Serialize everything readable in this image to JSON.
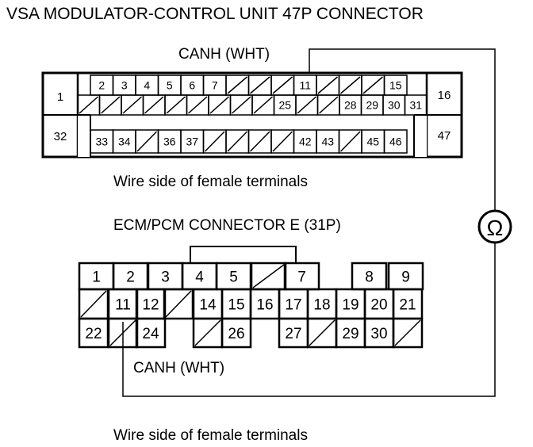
{
  "title": "VSA MODULATOR-CONTROL UNIT 47P CONNECTOR",
  "vsa_connector": {
    "wire_label": "CANH (WHT)",
    "caption": "Wire side of female terminals",
    "left_top": "1",
    "left_bottom": "32",
    "right_top": "16",
    "right_bottom": "47",
    "row1": [
      "2",
      "3",
      "4",
      "5",
      "6",
      "7",
      "",
      "",
      "",
      "11",
      "",
      "",
      "",
      "15"
    ],
    "row2": [
      "",
      "",
      "",
      "",
      "",
      "",
      "",
      "",
      "",
      "25",
      "",
      "",
      "28",
      "29",
      "30",
      "31"
    ],
    "row3": [
      "33",
      "34",
      "",
      "36",
      "37",
      "",
      "",
      "",
      "",
      "42",
      "43",
      "",
      "45",
      "46"
    ]
  },
  "ecm_connector": {
    "title": "ECM/PCM CONNECTOR E (31P)",
    "wire_label": "CANH (WHT)",
    "caption": "Wire side of female terminals",
    "row1": [
      "1",
      "2",
      "3",
      "4",
      "5",
      "",
      "7",
      "8",
      "9"
    ],
    "row2": [
      "",
      "11",
      "12",
      "",
      "14",
      "15",
      "16",
      "17",
      "18",
      "19",
      "20",
      "21"
    ],
    "row3": [
      "22",
      "",
      "24",
      "",
      "26",
      "27",
      "",
      "29",
      "30",
      ""
    ]
  },
  "meter": {
    "symbol": "Ω",
    "icon": "ohmmeter-icon"
  }
}
